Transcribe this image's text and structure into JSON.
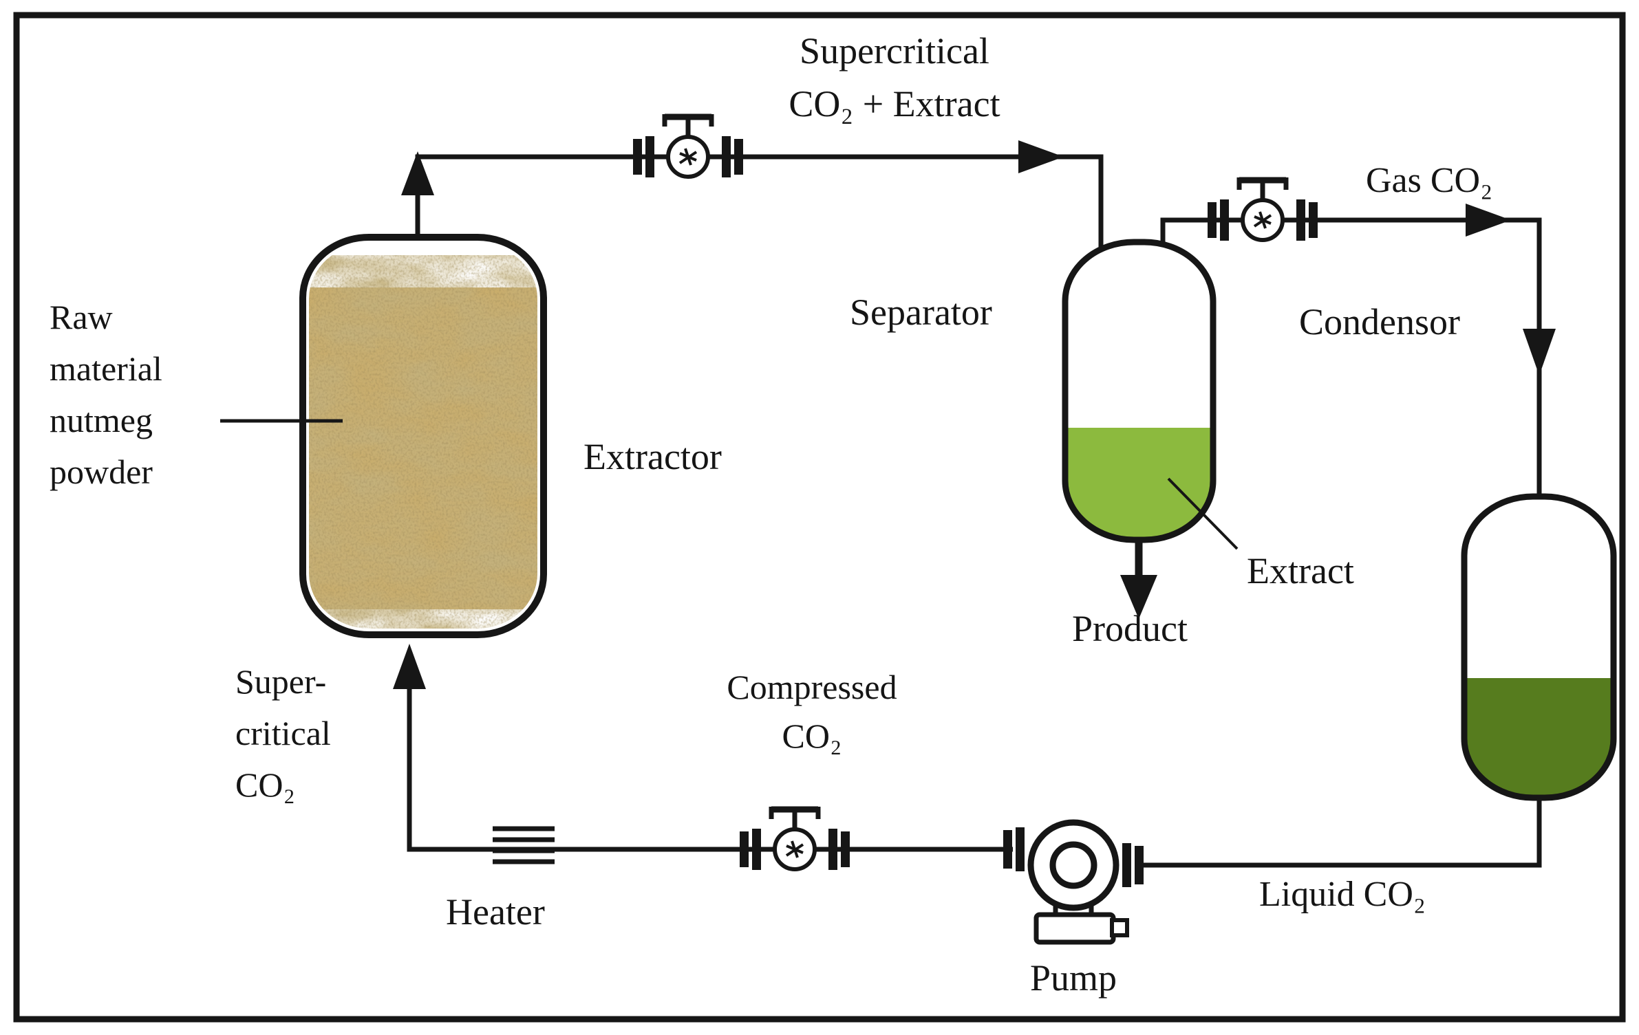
{
  "labels": {
    "supercritical_extract": "Supercritical\nCO₂ + Extract",
    "gas_co2": "Gas CO₂",
    "separator": "Separator",
    "condensor": "Condensor",
    "raw_material": "Raw\nmaterial\nnutmeg\npowder",
    "extractor": "Extractor",
    "extract": "Extract",
    "product": "Product",
    "supercritical": "Super-\ncritical\nCO₂",
    "compressed_co2": "Compressed\nCO₂",
    "heater": "Heater",
    "pump": "Pump",
    "liquid_co2": "Liquid CO₂"
  },
  "colors": {
    "line": "#161616",
    "background": "#ffffff",
    "separator_liquid": "#8cba3e",
    "condenser_liquid": "#567c1e",
    "nutmeg_base": "#c9ad6c"
  }
}
